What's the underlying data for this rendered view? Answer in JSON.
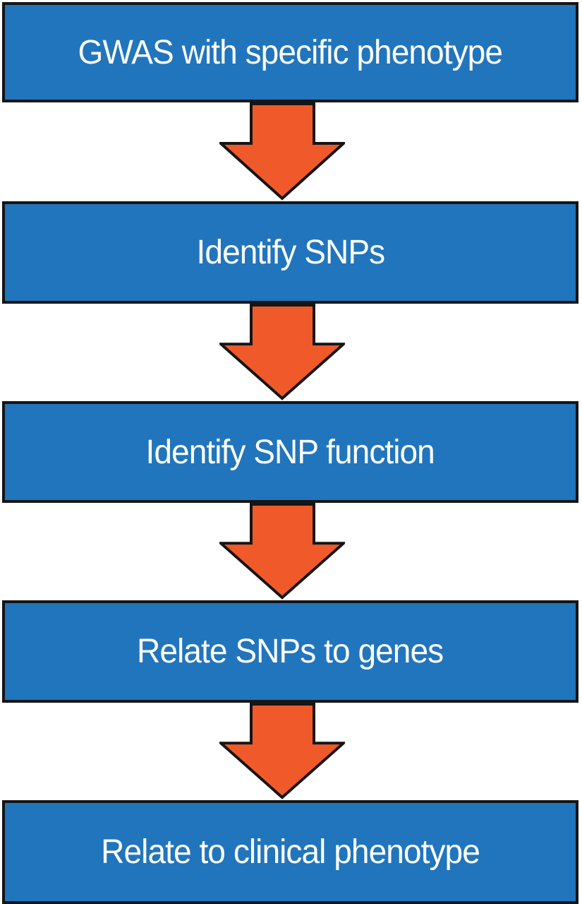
{
  "diagram": {
    "type": "flowchart",
    "orientation": "vertical",
    "steps": [
      {
        "label": "GWAS with specific phenotype"
      },
      {
        "label": "Identify SNPs"
      },
      {
        "label": "Identify SNP function"
      },
      {
        "label": "Relate SNPs to genes"
      },
      {
        "label": "Relate to clinical phenotype"
      }
    ],
    "connector": {
      "shape": "down-arrow",
      "count": 4
    }
  },
  "colors": {
    "box_fill": "#2175bc",
    "box_border": "#151515",
    "arrow_fill": "#f05a2b",
    "arrow_outline": "#151515",
    "text_color": "#fdfdfd",
    "background": "#ffffff"
  }
}
